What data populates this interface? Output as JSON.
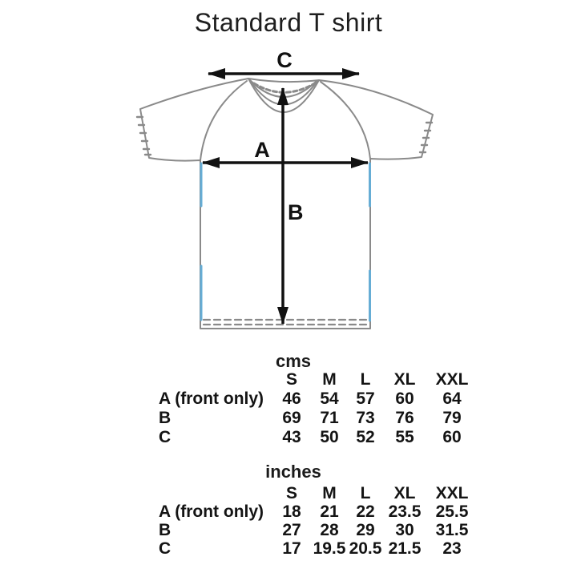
{
  "title": "Standard T shirt",
  "diagram": {
    "dimension_labels": {
      "chest": "A",
      "length": "B",
      "shoulder": "C"
    }
  },
  "size_chart": {
    "sizes": [
      "S",
      "M",
      "L",
      "XL",
      "XXL"
    ],
    "tables": [
      {
        "unit": "cms",
        "rows": [
          {
            "label": "A (front only)",
            "values": [
              "46",
              "54",
              "57",
              "60",
              "64"
            ]
          },
          {
            "label": "B",
            "values": [
              "69",
              "71",
              "73",
              "76",
              "79"
            ]
          },
          {
            "label": "C",
            "values": [
              "43",
              "50",
              "52",
              "55",
              "60"
            ]
          }
        ]
      },
      {
        "unit": "inches",
        "rows": [
          {
            "label": "A (front only)",
            "values": [
              "18",
              "21",
              "22",
              "23.5",
              "25.5"
            ]
          },
          {
            "label": "B",
            "values": [
              "27",
              "28",
              "29",
              "30",
              "31.5"
            ]
          },
          {
            "label": "C",
            "values": [
              "17",
              "19.5",
              "20.5",
              "21.5",
              "23"
            ]
          }
        ]
      }
    ]
  },
  "colors": {
    "outline": "#8a8a8a",
    "arrow": "#111111",
    "seam_accent": "#66add5",
    "text": "#1b1b1b"
  }
}
